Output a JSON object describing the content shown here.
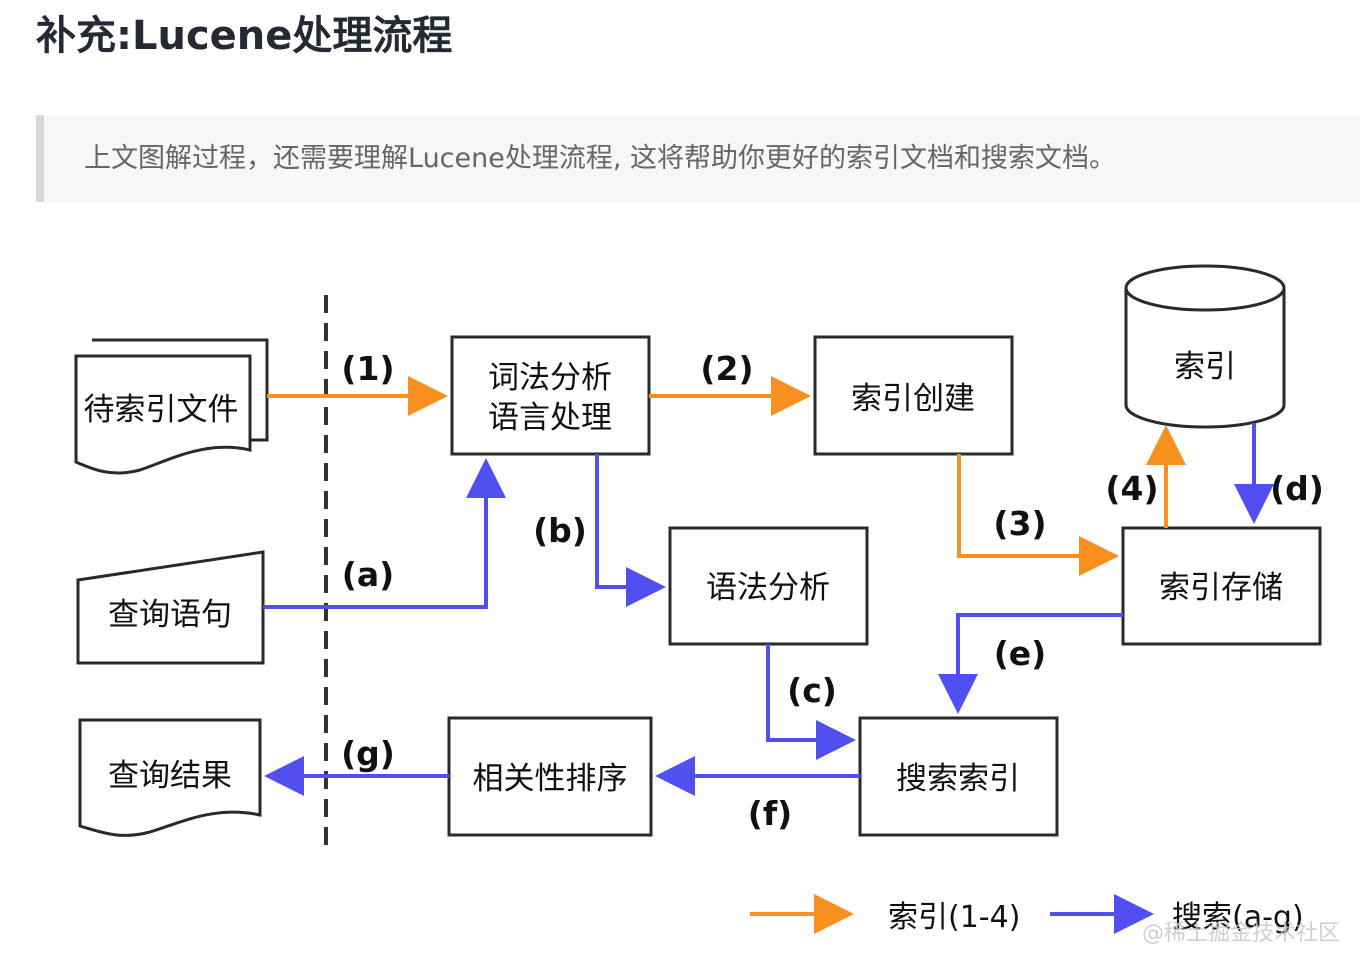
{
  "title": "补充:Lucene处理流程",
  "quote": "上文图解过程，还需要理解Lucene处理流程, 这将帮助你更好的索引文档和搜索文档。",
  "diagram": {
    "nodes": {
      "docs": "待索引文件",
      "query": "查询语句",
      "results": "查询结果",
      "lexical_line1": "词法分析",
      "lexical_line2": "语言处理",
      "index_create": "索引创建",
      "index_db": "索引",
      "index_store": "索引存储",
      "grammar": "语法分析",
      "search_index": "搜索索引",
      "rank": "相关性排序"
    },
    "steps": {
      "s1": "(1)",
      "s2": "(2)",
      "s3": "(3)",
      "s4": "(4)",
      "sa": "(a)",
      "sb": "(b)",
      "sc": "(c)",
      "sd": "(d)",
      "se": "(e)",
      "sf": "(f)",
      "sg": "(g)"
    },
    "legend": {
      "index": "索引(1-4)",
      "search": "搜索(a-g)"
    },
    "colors": {
      "index_flow": "#f7901e",
      "search_flow": "#5050f0",
      "box_border": "#2a2a2a"
    }
  },
  "watermark": "@稀土掘金技术社区"
}
